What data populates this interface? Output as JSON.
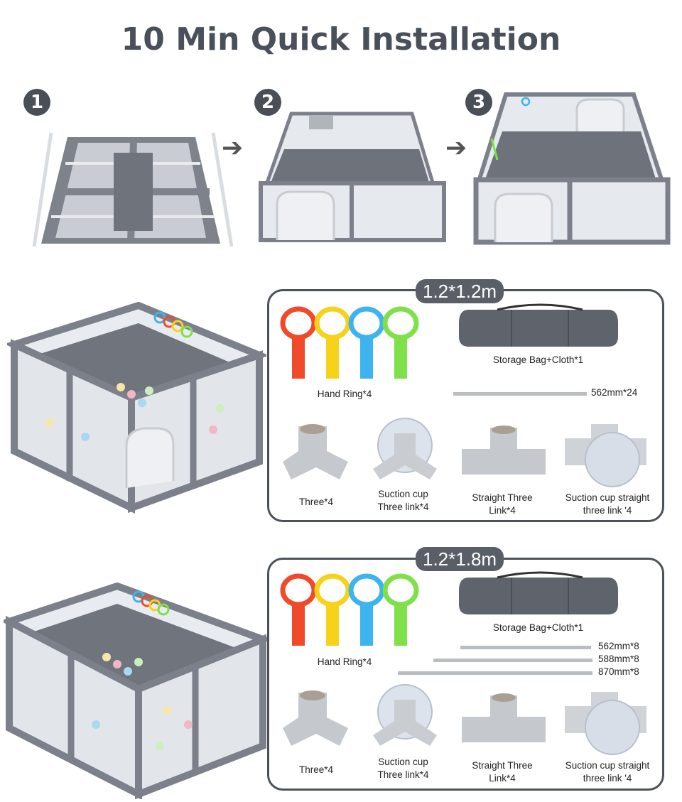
{
  "title": "10 Min Quick Installation",
  "steps": [
    "1",
    "2",
    "3"
  ],
  "colors": {
    "frame": "#7b808a",
    "mesh": "#e4e8ee",
    "floor": "#6d727b",
    "dark": "#4a4f57",
    "ring_red": "#f04a2a",
    "ring_yellow": "#f6d21a",
    "ring_blue": "#3db4ee",
    "ring_green": "#7fe04a"
  },
  "set1": {
    "size_label": "1.2*1.2m",
    "hand_ring": "Hand Ring*4",
    "bag": "Storage Bag+Cloth*1",
    "rods": [
      "562mm*24"
    ],
    "three": "Three*4",
    "suction_line1": "Suction cup",
    "suction_line2": "Three link*4",
    "straight_line1": "Straight Three",
    "straight_line2": "Link*4",
    "scs_line1": "Suction cup straight",
    "scs_line2": "three link '4"
  },
  "set2": {
    "size_label": "1.2*1.8m",
    "hand_ring": "Hand Ring*4",
    "bag": "Storage Bag+Cloth*1",
    "rods": [
      "562mm*8",
      "588mm*8",
      "870mm*8"
    ],
    "three": "Three*4",
    "suction_line1": "Suction cup",
    "suction_line2": "Three link*4",
    "straight_line1": "Straight Three",
    "straight_line2": "Link*4",
    "scs_line1": "Suction cup straight",
    "scs_line2": "three link '4"
  }
}
